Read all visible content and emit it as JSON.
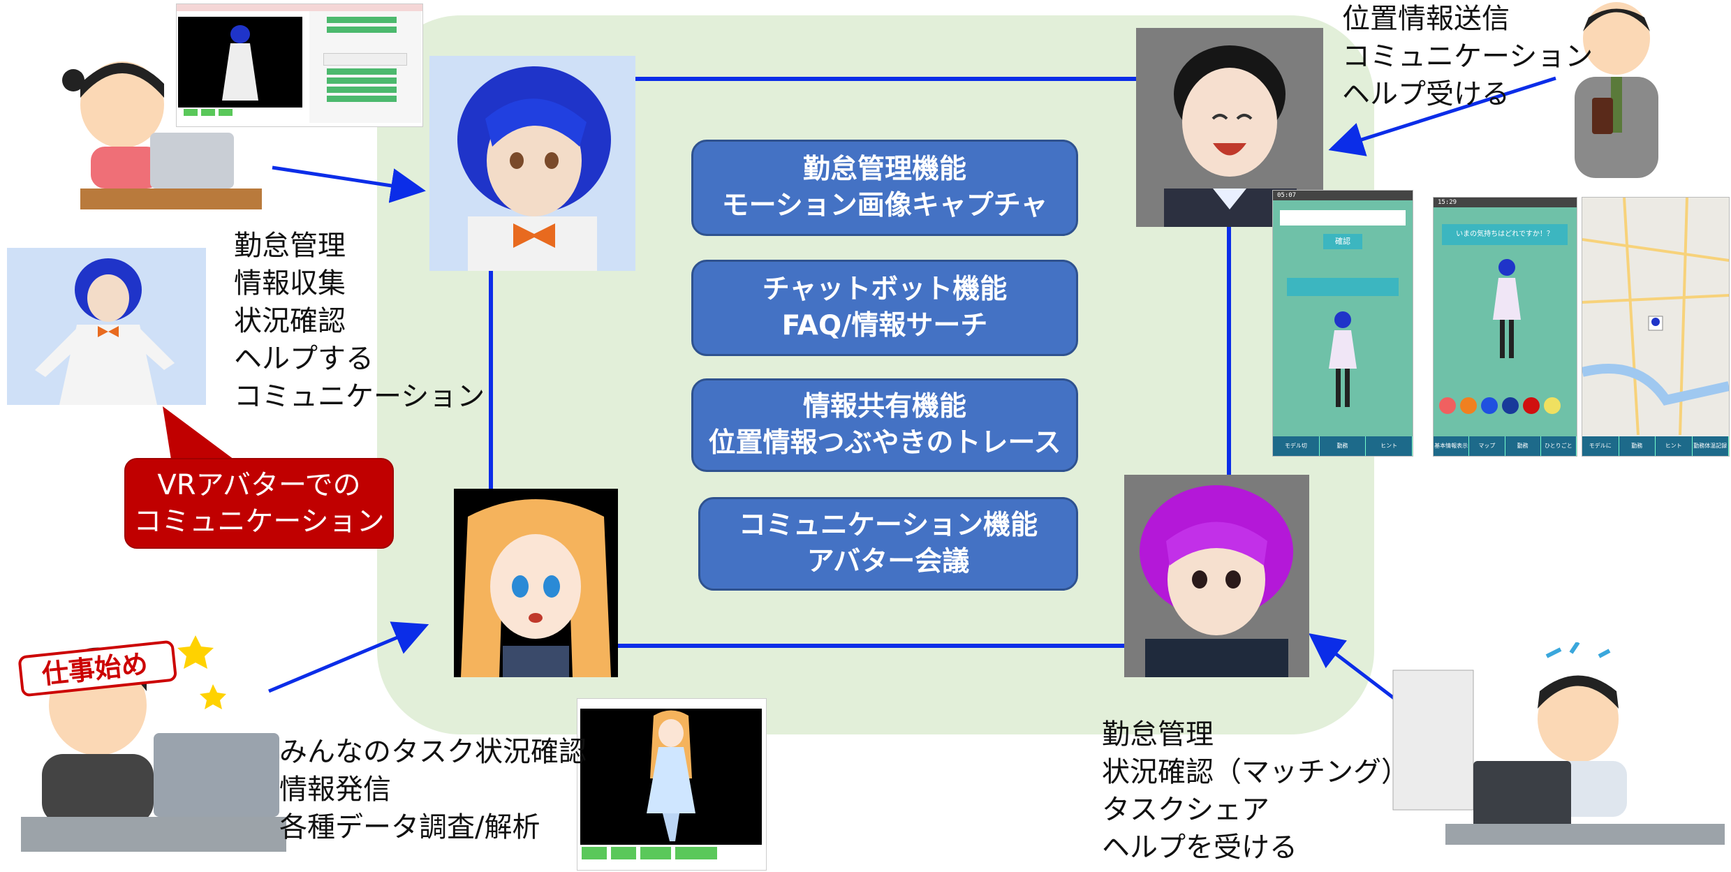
{
  "features": [
    {
      "line1": "勤怠管理機能",
      "line2": "モーション画像キャプチャ"
    },
    {
      "line1": "チャットボット機能",
      "line2": "FAQ/情報サーチ"
    },
    {
      "line1": "情報共有機能",
      "line2": "位置情報つぶやきのトレース"
    },
    {
      "line1": "コミュニケーション機能",
      "line2": "アバター会議"
    }
  ],
  "top_left_roles": [
    "勤怠管理",
    "情報収集",
    "状況確認",
    "ヘルプする",
    "コミュニケーション"
  ],
  "top_right_roles": [
    "位置情報送信",
    "コミュニケーション",
    "ヘルプ受ける"
  ],
  "bottom_left_roles": [
    "みんなのタスク状況確認",
    "情報発信",
    "各種データ調査/解析"
  ],
  "bottom_right_roles": [
    "勤怠管理",
    "状況確認（マッチング）",
    "タスクシェア",
    "ヘルプを受ける"
  ],
  "callout": {
    "line1": "VRアバターでの",
    "line2": "コミュニケーション"
  },
  "headband_text": "仕事始め",
  "phones": [
    {
      "time": "05:07",
      "button": "確認",
      "buttons": [
        "モデル切",
        "勤務",
        "ヒント"
      ]
    },
    {
      "time": "15:29",
      "banner": "いまの気持ちはどれですか！？",
      "buttons": [
        "基本情報表示",
        "マップ",
        "勤務",
        "ひとりごと"
      ]
    },
    {
      "buttons": [
        "モデルに",
        "勤務",
        "ヒント",
        "勤務体温記録"
      ]
    }
  ],
  "colors": {
    "panel": "#e2efd9",
    "feature_box": "#4472c4",
    "connector": "#0b2de8",
    "callout": "#c00000"
  }
}
